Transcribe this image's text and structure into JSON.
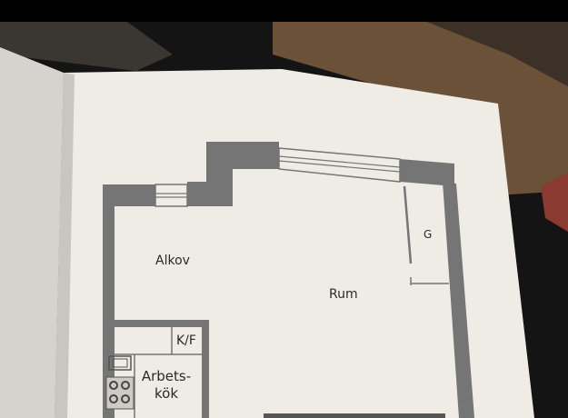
{
  "floorplan": {
    "rooms": {
      "alkov": "Alkov",
      "rum": "Rum",
      "g": "G",
      "kf": "K/F",
      "kitchen_line1": "Arbets-",
      "kitchen_line2": "kök"
    }
  },
  "colors": {
    "background": "#141414",
    "page": "#efece6",
    "wall": "#757575",
    "text": "#2a2a2a"
  }
}
